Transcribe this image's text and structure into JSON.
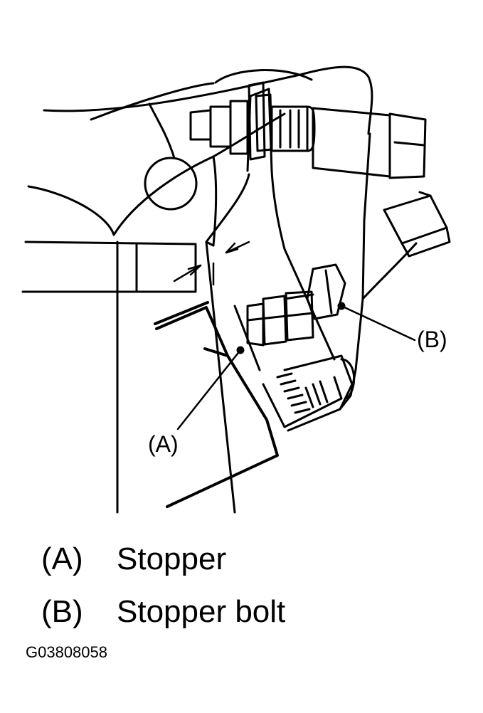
{
  "callouts": {
    "a": "(A)",
    "b": "(B)"
  },
  "legend": [
    {
      "key": "(A)",
      "label": "Stopper"
    },
    {
      "key": "(B)",
      "label": "Stopper bolt"
    }
  ],
  "figure_code": "G03808058",
  "colors": {
    "line": "#000000",
    "background": "#ffffff"
  }
}
